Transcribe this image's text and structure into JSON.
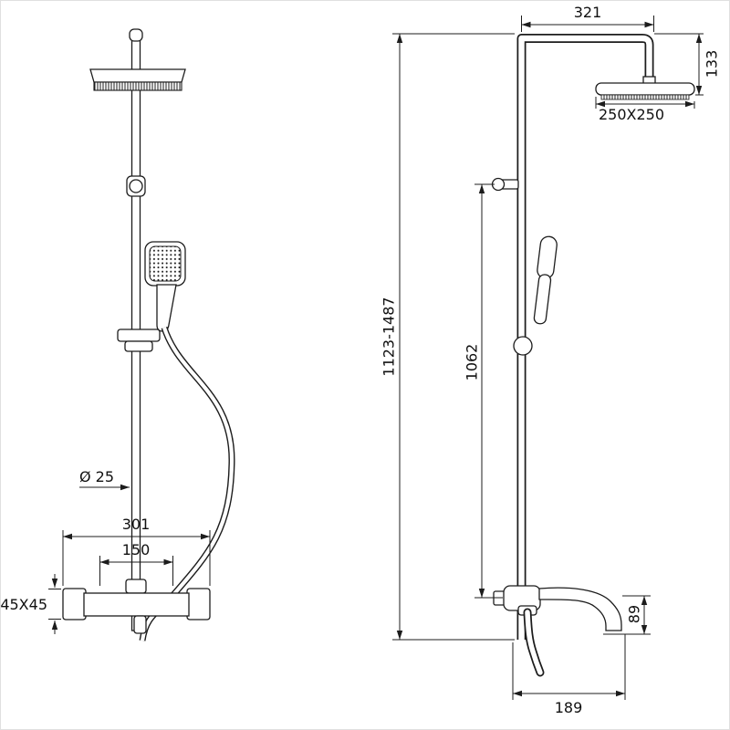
{
  "colors": {
    "line": "#1c1c1c",
    "background": "#ffffff"
  },
  "front_view": {
    "diameter_label": "Ø 25",
    "width_label": "301",
    "spacing_label": "150",
    "profile_label": "45X45"
  },
  "side_view": {
    "arm_label": "321",
    "drop_label": "133",
    "head_label": "250X250",
    "range_label": "1123-1487",
    "riser_label": "1062",
    "spout_height_label": "89",
    "spout_reach_label": "189"
  }
}
